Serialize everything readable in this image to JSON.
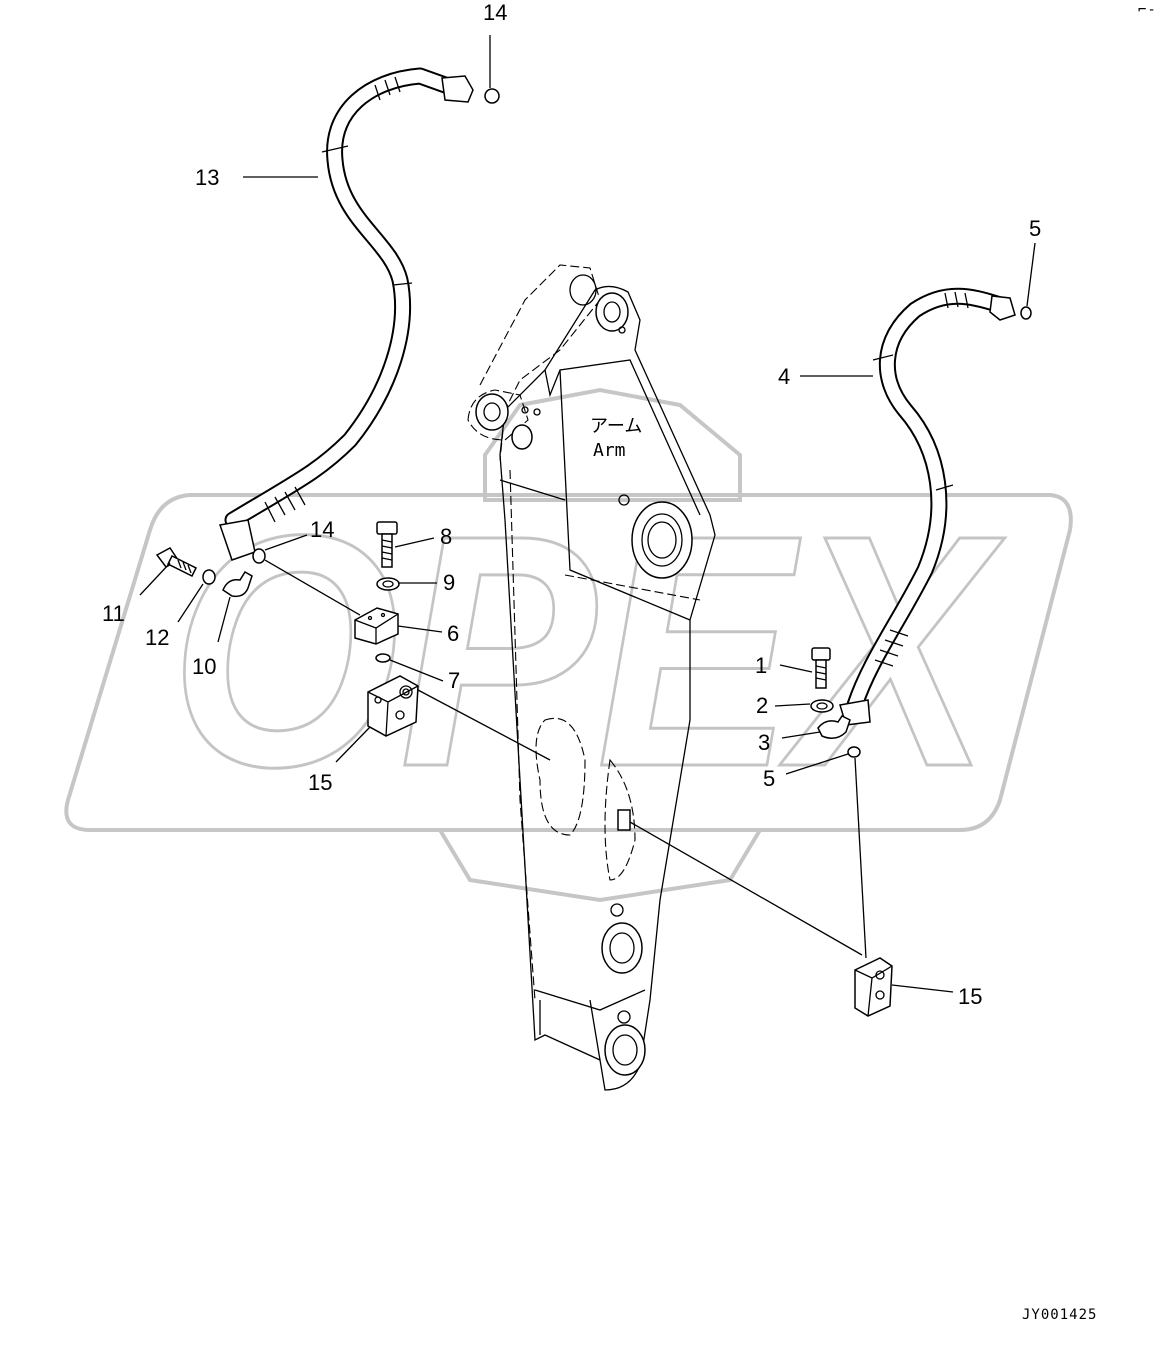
{
  "diagram": {
    "watermark": "OPEX",
    "arm_label_jp": "アーム",
    "arm_label_en": "Arm",
    "drawing_ref": "JY001425",
    "corner_mark": "⌐-",
    "callouts": {
      "c14_top": "14",
      "c13": "13",
      "c5_top": "5",
      "c4": "4",
      "c14_mid": "14",
      "c8": "8",
      "c9": "9",
      "c6": "6",
      "c7": "7",
      "c11": "11",
      "c12": "12",
      "c10": "10",
      "c15_left": "15",
      "c1": "1",
      "c2": "2",
      "c3": "3",
      "c5_mid": "5",
      "c15_right": "15"
    }
  }
}
